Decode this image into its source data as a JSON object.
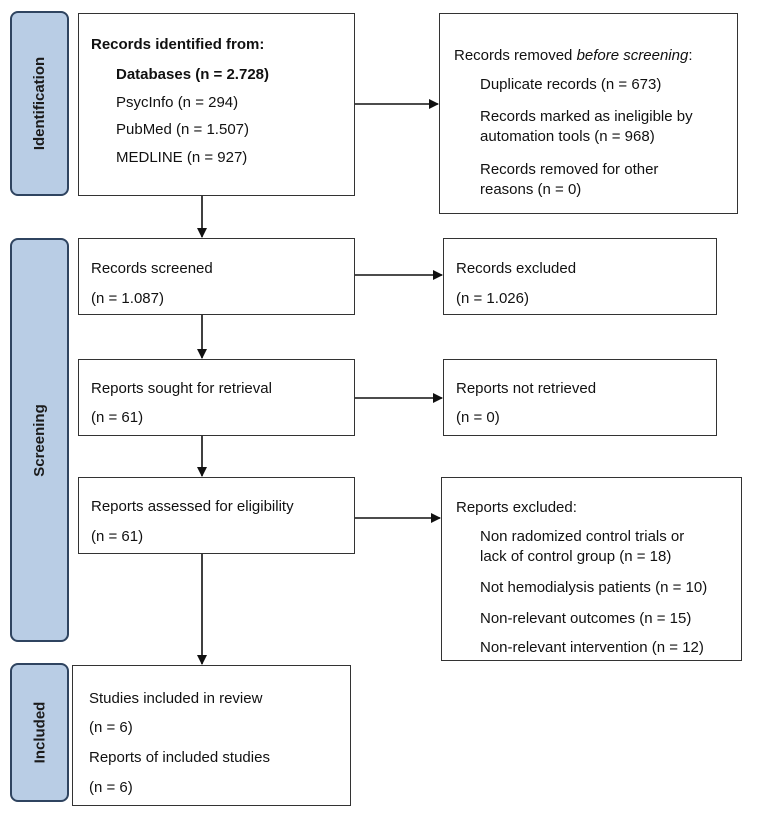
{
  "phases": {
    "identification": "Identification",
    "screening": "Screening",
    "included": "Included"
  },
  "identified": {
    "heading": "Records identified from:",
    "databases": "Databases (n = 2.728)",
    "psycinfo": "PsycInfo (n = 294)",
    "pubmed": "PubMed (n = 1.507)",
    "medline": "MEDLINE (n = 927)"
  },
  "removed": {
    "heading_pre": "Records removed ",
    "heading_em": "before screening",
    "heading_post": ":",
    "duplicates": "Duplicate records (n = 673)",
    "ineligible_l1": "Records marked as ineligible by",
    "ineligible_l2": "automation tools (n = 968)",
    "other_l1": "Records removed for other",
    "other_l2": "reasons (n = 0)"
  },
  "screened": {
    "label": "Records screened",
    "count": "(n = 1.087)"
  },
  "excluded": {
    "label": "Records excluded",
    "count": "(n = 1.026)"
  },
  "sought": {
    "label": "Reports sought for retrieval",
    "count": "(n = 61)"
  },
  "not_retrieved": {
    "label": "Reports not retrieved",
    "count": "(n = 0)"
  },
  "assessed": {
    "label": "Reports assessed for eligibility",
    "count": "(n = 61)"
  },
  "reports_excluded": {
    "heading": "Reports excluded:",
    "rct_l1": "Non radomized control trials or",
    "rct_l2": "lack of control group (n = 18)",
    "hemo": "Not hemodialysis patients (n = 10)",
    "outcomes": "Non-relevant outcomes (n = 15)",
    "intervention": "Non-relevant intervention (n = 12)"
  },
  "included": {
    "studies_label": "Studies included in review",
    "studies_count": "(n = 6)",
    "reports_label": "Reports of included studies",
    "reports_count": "(n = 6)"
  }
}
